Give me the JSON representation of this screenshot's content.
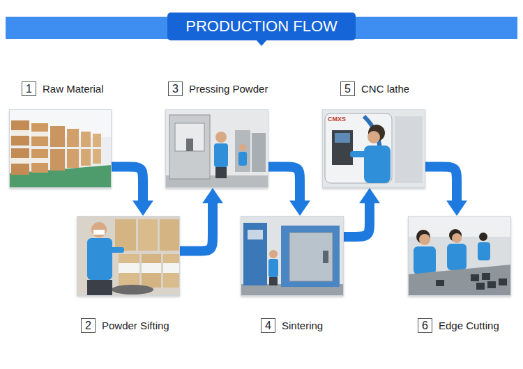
{
  "diagram": {
    "title": "PRODUCTION FLOW",
    "nodes": [
      {
        "text": [
          "1",
          "Raw Material"
        ]
      },
      {
        "text": [
          "2",
          "Powder Sifting"
        ]
      },
      {
        "text": [
          "3",
          "Pressing Powder"
        ]
      },
      {
        "text": [
          "4",
          "Sintering"
        ]
      },
      {
        "text": [
          "5",
          "CNC lathe"
        ]
      },
      {
        "text": [
          "6",
          "Edge Cutting"
        ]
      }
    ],
    "edges": [
      {
        "from": 0,
        "to": 1,
        "arrow": "to"
      },
      {
        "from": 1,
        "to": 2,
        "arrow": "to"
      },
      {
        "from": 2,
        "to": 3,
        "arrow": "to"
      },
      {
        "from": 3,
        "to": 4,
        "arrow": "to"
      },
      {
        "from": 4,
        "to": 5,
        "arrow": "to"
      }
    ],
    "labels": [
      "CMXS"
    ]
  }
}
